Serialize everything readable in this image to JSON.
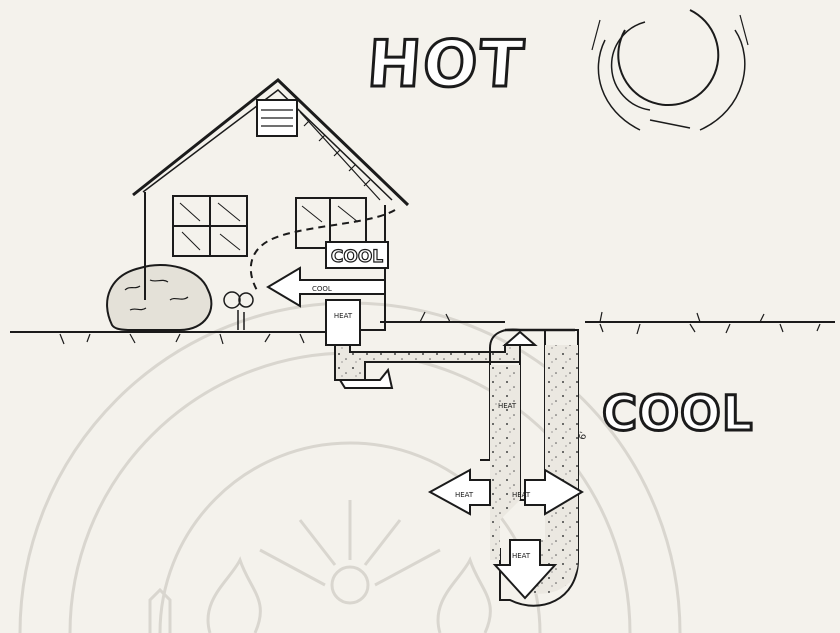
{
  "labels": {
    "hot": "HOT",
    "cool_big": "COOL",
    "cool_house": "COOL",
    "cool_small": "COOL",
    "heat_house": "HEAT",
    "heat_down": "HEAT",
    "heat_left": "HEAT",
    "heat_right": "HEAT",
    "heat_bottom": "HEAT",
    "soil_depth": "6'"
  },
  "colors": {
    "ink": "#1b1b1b",
    "paper": "#f4f2ec",
    "soil": "#e7e4dc",
    "watermark": "#d9d6cf"
  },
  "icons": [
    "sun-icon",
    "house-icon",
    "bush-icon",
    "flower-icon",
    "arrow-icon",
    "watermark-seal"
  ]
}
